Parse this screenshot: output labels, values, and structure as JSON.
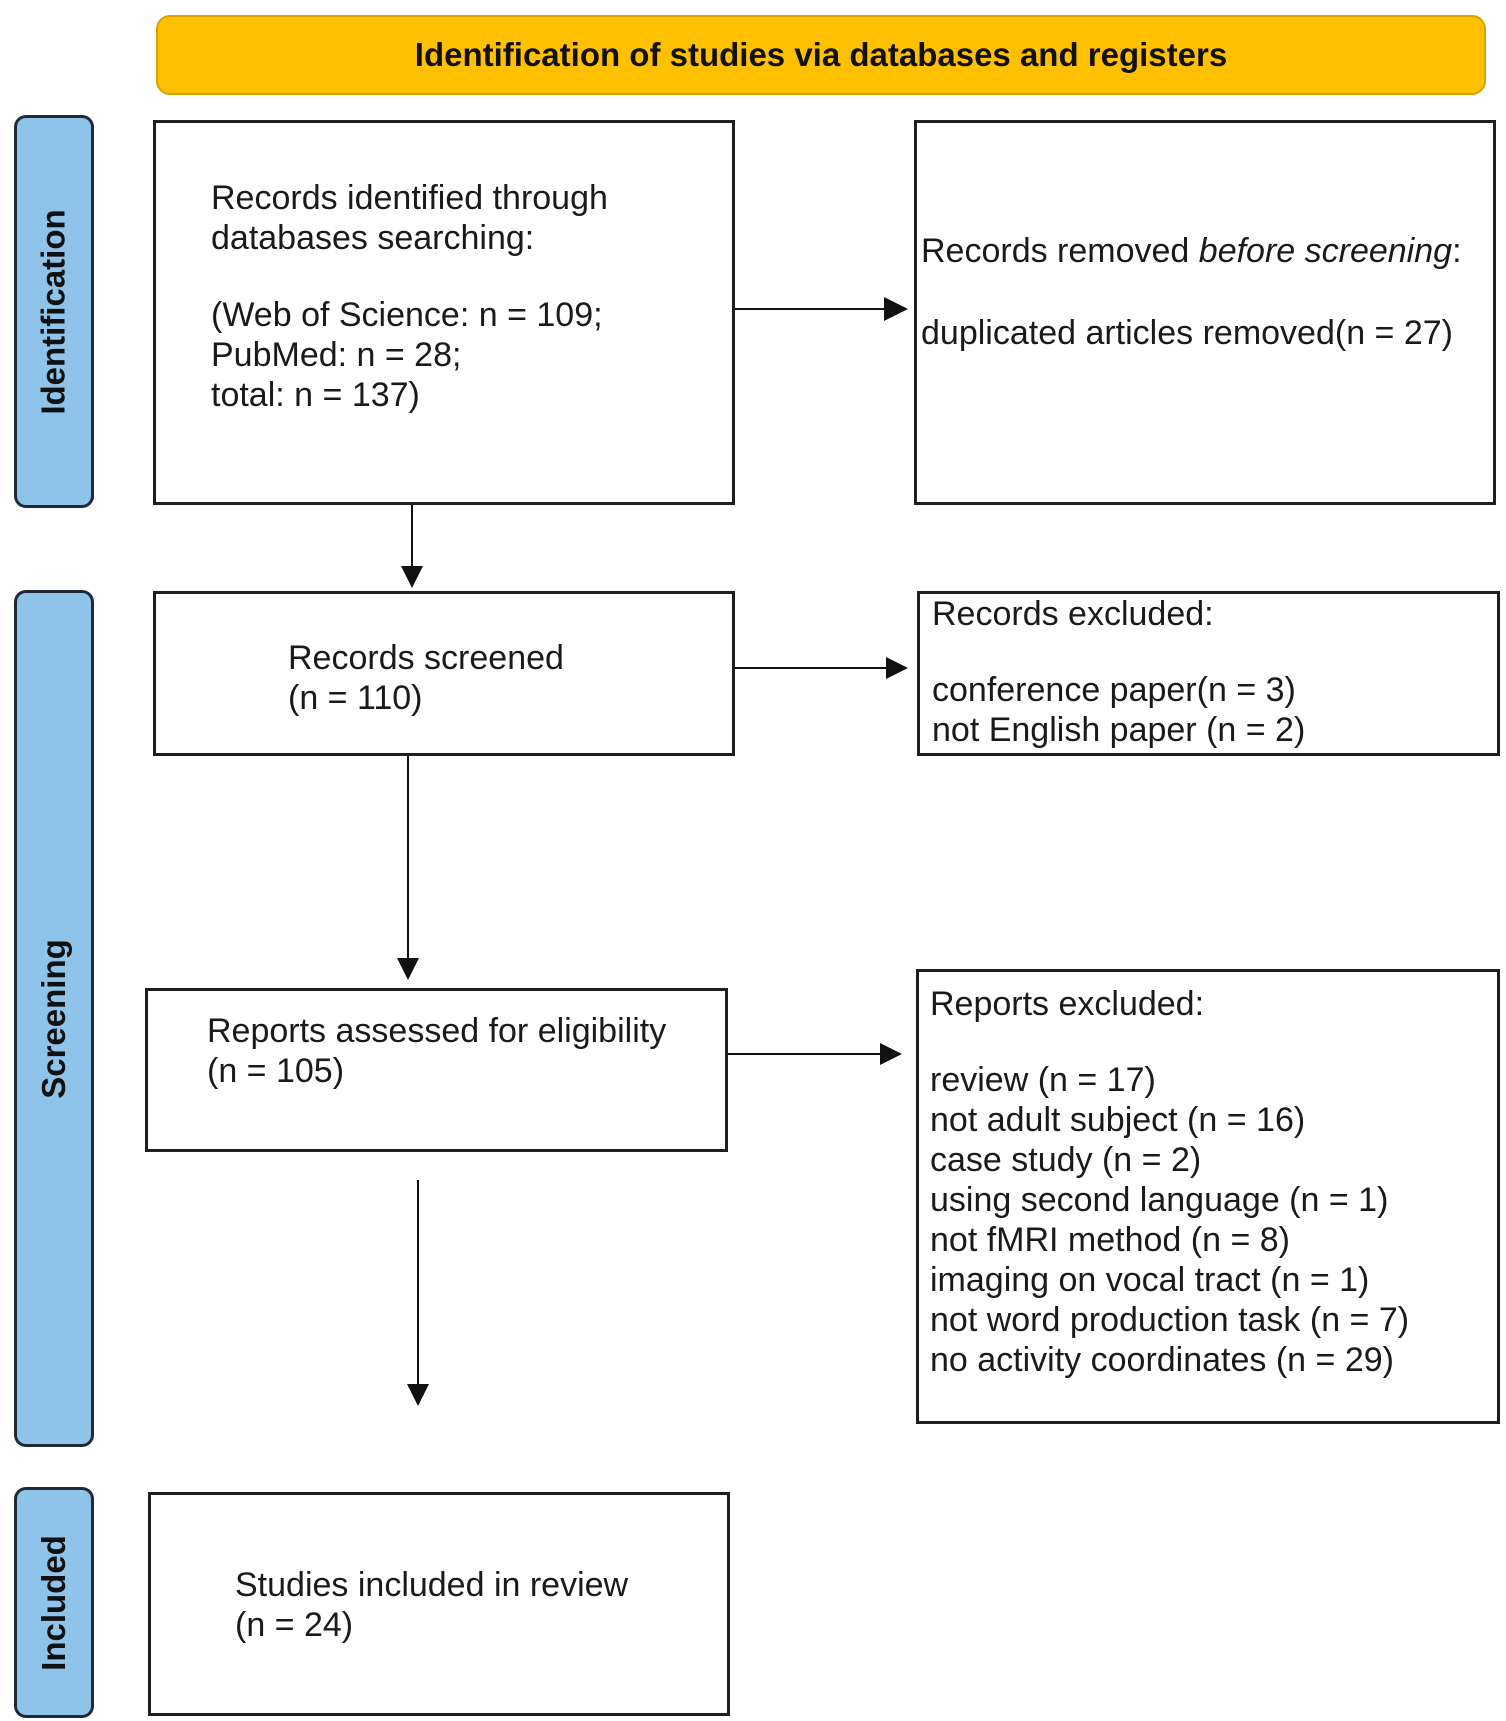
{
  "header": {
    "title": "Identification of studies via databases and registers"
  },
  "phases": {
    "identification": "Identification",
    "screening": "Screening",
    "included": "Included"
  },
  "boxes": {
    "identified": {
      "line1": "Records identified through",
      "line2": "databases searching:",
      "line3": "(Web of Science: n = 109;",
      "line4": "PubMed: n = 28;",
      "line5": "total: n = 137)"
    },
    "removed": {
      "prefix": "Records removed ",
      "emphasis": "before screening",
      "suffix": ":",
      "line2": "duplicated articles removed(n = 27)"
    },
    "screened": {
      "line1": "Records screened",
      "line2": "(n = 110)"
    },
    "records_excluded": {
      "title": "Records excluded:",
      "items": [
        "conference paper(n = 3)",
        "not English paper (n = 2)"
      ]
    },
    "assessed": {
      "line1": "Reports assessed for eligibility",
      "line2": "(n = 105)"
    },
    "reports_excluded": {
      "title": "Reports excluded:",
      "items": [
        "review (n = 17)",
        "not adult subject (n = 16)",
        "case study (n = 2)",
        "using second language (n = 1)",
        "not fMRI method (n = 8)",
        "imaging on vocal tract (n = 1)",
        "not word production task (n = 7)",
        "no activity coordinates (n = 29)"
      ]
    },
    "included": {
      "line1": "Studies included in review",
      "line2": "(n = 24)"
    }
  }
}
